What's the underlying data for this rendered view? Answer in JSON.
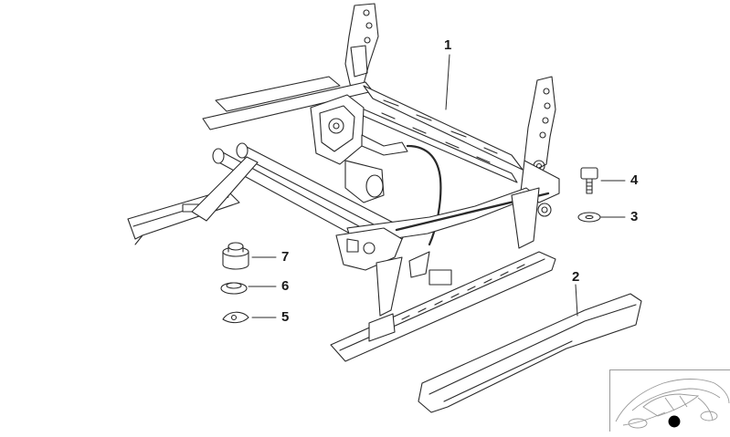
{
  "diagram": {
    "callouts": [
      {
        "id": "1",
        "label": "1"
      },
      {
        "id": "2",
        "label": "2"
      },
      {
        "id": "3",
        "label": "3"
      },
      {
        "id": "4",
        "label": "4"
      },
      {
        "id": "5",
        "label": "5"
      },
      {
        "id": "6",
        "label": "6"
      },
      {
        "id": "7",
        "label": "7"
      }
    ],
    "colors": {
      "line": "#2a2a2a",
      "fill": "#ffffff",
      "shade": "#e8e8e8",
      "marker": "#000000"
    }
  }
}
